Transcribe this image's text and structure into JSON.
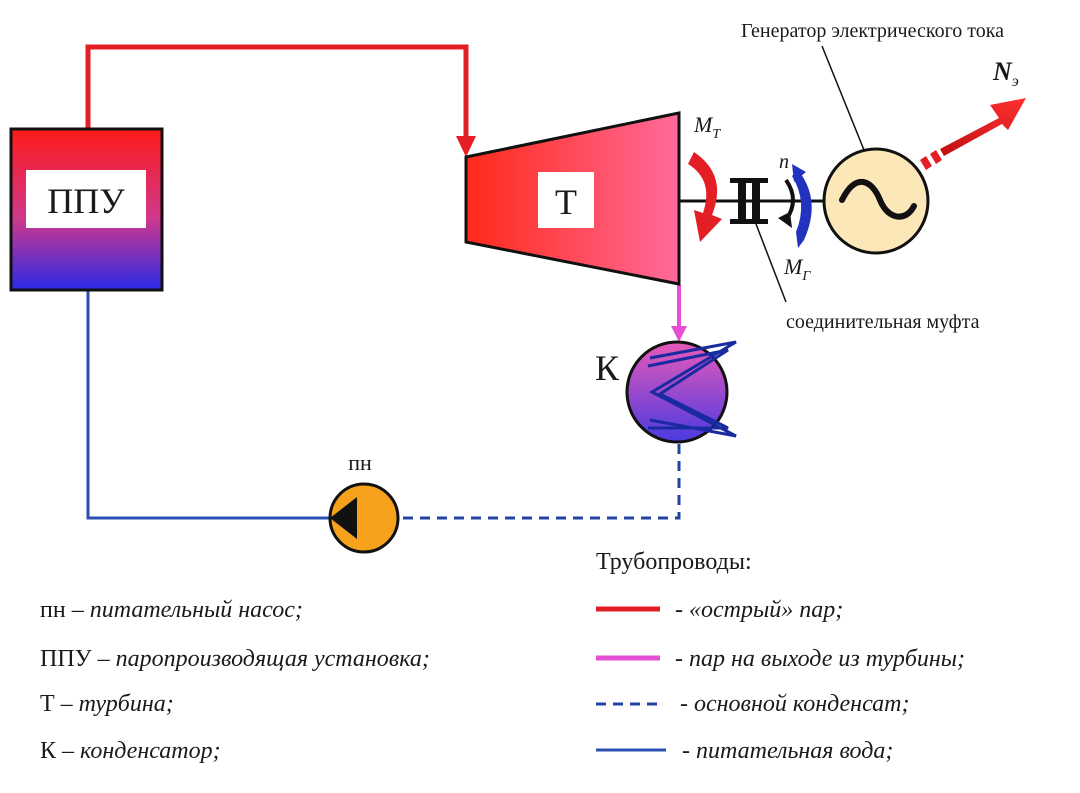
{
  "diagram": {
    "ppu_label": "ППУ",
    "turbine_label": "Т",
    "condenser_label": "К",
    "pump_label": "пн",
    "generator_label": "Генератор электрического тока",
    "coupling_label": "соединительная муфта",
    "power_label_main": "N",
    "power_label_sub": "э",
    "turbine_torque_main": "M",
    "turbine_torque_sub": "Т",
    "generator_torque_main": "M",
    "generator_torque_sub": "Г",
    "speed_label": "n"
  },
  "legend_left": [
    {
      "abbr": "пн",
      "text": "питательный насос;"
    },
    {
      "abbr": "ППУ",
      "text": "паропроизводящая установка;"
    },
    {
      "abbr": "Т",
      "text": "турбина;"
    },
    {
      "abbr": "К",
      "text": "конденсатор;"
    }
  ],
  "legend_dash": "–",
  "legend_right": {
    "title": "Трубопроводы:",
    "items": [
      {
        "text": "- «острый» пар;"
      },
      {
        "text": "- пар на выходе из турбины;"
      },
      {
        "text": "- основной конденсат;"
      },
      {
        "text": "- питательная вода;"
      }
    ]
  },
  "colors": {
    "live_steam": "#e31e24",
    "exhaust_steam": "#e44fd6",
    "condensate": "#2244a0",
    "feed_water": "#2a4fb0",
    "pump_fill": "#f7a21c",
    "generator_fill": "#fbe7b8"
  }
}
